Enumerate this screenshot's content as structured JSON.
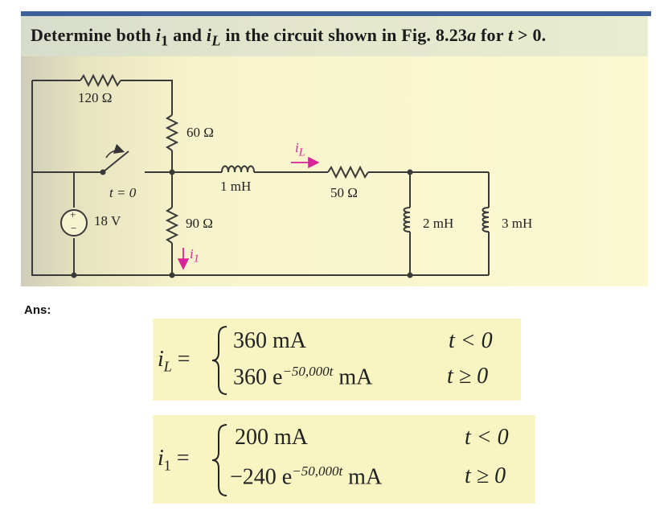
{
  "problem": {
    "title_pre": "Determine both ",
    "var_i1": "i",
    "sub_1": "1",
    "title_and": " and ",
    "var_iL": "i",
    "sub_L": "L",
    "title_mid": " in the circuit shown in Fig. 8.23",
    "fig_letter": "a",
    "title_for": " for ",
    "var_t": "t",
    "title_end": " > 0."
  },
  "circuit": {
    "r120": "120 Ω",
    "r60": "60 Ω",
    "r90": "90 Ω",
    "r50": "50 Ω",
    "l1": "1 mH",
    "l2": "2 mH",
    "l3": "3 mH",
    "source": "18 V",
    "switch_time": "t = 0",
    "plus": "+",
    "minus": "−",
    "current_iL_var": "i",
    "current_iL_sub": "L",
    "current_i1_var": "i",
    "current_i1_sub": "1"
  },
  "answer_label": "Ans:",
  "answers": {
    "iL": {
      "lhs_var": "i",
      "lhs_sub": "L",
      "equals": "=",
      "case1_expr": "360 mA",
      "case1_cond": "t < 0",
      "case2_coef": "360 e",
      "case2_exp": "−50,000t",
      "case2_unit": "mA",
      "case2_cond": "t ≥ 0"
    },
    "i1": {
      "lhs_var": "i",
      "lhs_sub": "1",
      "equals": "=",
      "case1_expr": "200 mA",
      "case1_cond": "t < 0",
      "case2_coef": "−240 e",
      "case2_exp": "−50,000t",
      "case2_unit": "mA",
      "case2_cond": "t ≥ 0"
    }
  },
  "colors": {
    "wire": "#3a3a3a",
    "arrow": "#d8249a",
    "answer_box": "#f8f5c3",
    "header_band": "#3d5f9a"
  }
}
